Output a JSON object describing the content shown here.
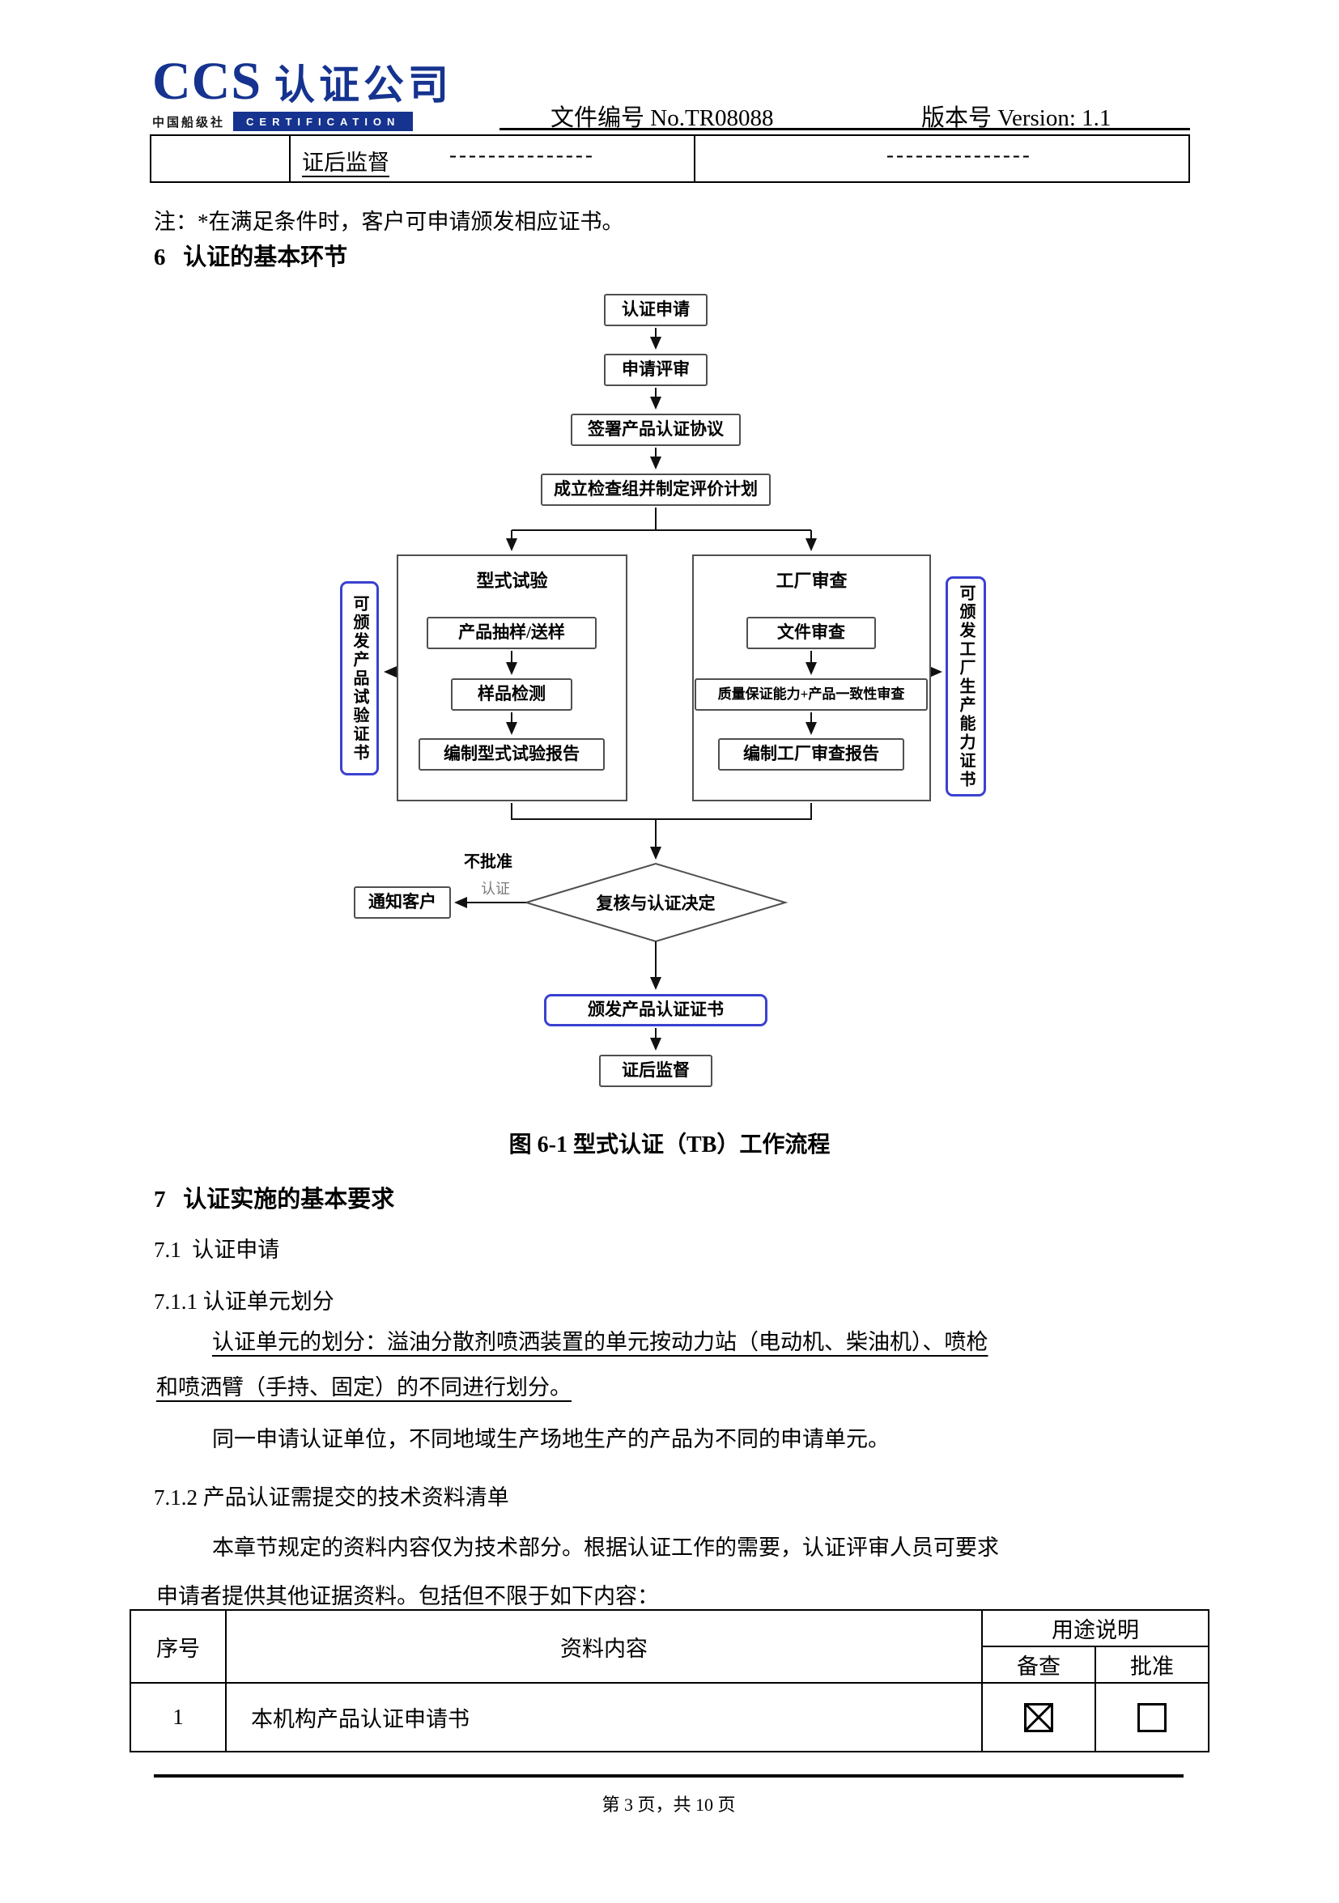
{
  "header": {
    "logo_ccs": "CCS",
    "logo_cn": "认证公司",
    "logo_sub": "中国船级社",
    "logo_bar": "CERTIFICATION",
    "doc_no": "文件编号 No.TR08088",
    "version": "版本号 Version: 1.1"
  },
  "continued_table": {
    "label": "证后监督",
    "dashes1": "---------------",
    "dashes2": "---------------"
  },
  "note": "注：*在满足条件时，客户可申请颁发相应证书。",
  "sections": {
    "s6": "6   认证的基本环节",
    "s7": "7   认证实施的基本要求",
    "s71": "7.1  认证申请",
    "s711": "7.1.1 认证单元划分",
    "s712": "7.1.2 产品认证需提交的技术资料清单"
  },
  "flowchart": {
    "apply": "认证申请",
    "review": "申请评审",
    "agreement": "签署产品认证协议",
    "team": "成立检查组并制定评价计划",
    "type_test": "型式试验",
    "sampling": "产品抽样/送样",
    "sample_test": "样品检测",
    "type_report": "编制型式试验报告",
    "factory_audit": "工厂审查",
    "doc_review": "文件审查",
    "qa_review": "质量保证能力+产品一致性审查",
    "factory_report": "编制工厂审查报告",
    "left_cert": "可颁发产品试验证书",
    "right_cert": "可颁发工厂生产能力证书",
    "decision": "复核与认证决定",
    "notify": "通知客户",
    "label_reject": "不批准",
    "label_approve": "认证",
    "issue_cert": "颁发产品认证证书",
    "post_supervision": "证后监督",
    "caption": "图 6-1 型式认证（TB）工作流程"
  },
  "paragraphs": {
    "unit_line1": "认证单元的划分：溢油分散剂喷洒装置的单元按动力站（电动机、柴油机）、喷枪",
    "unit_line2": "和喷洒臂（手持、固定）的不同进行划分。",
    "same_unit": "同一申请认证单位，不同地域生产场地生产的产品为不同的申请单元。",
    "materials_1": "本章节规定的资料内容仅为技术部分。根据认证工作的需要，认证评审人员可要求",
    "materials_2": "申请者提供其他证据资料。包括但不限于如下内容："
  },
  "table": {
    "col_seq": "序号",
    "col_content": "资料内容",
    "col_usage": "用途说明",
    "col_check": "备查",
    "col_approve": "批准",
    "rows": [
      {
        "seq": "1",
        "content": "本机构产品认证申请书",
        "check": true,
        "approve": false
      }
    ]
  },
  "footer": "第 3 页，共 10 页"
}
